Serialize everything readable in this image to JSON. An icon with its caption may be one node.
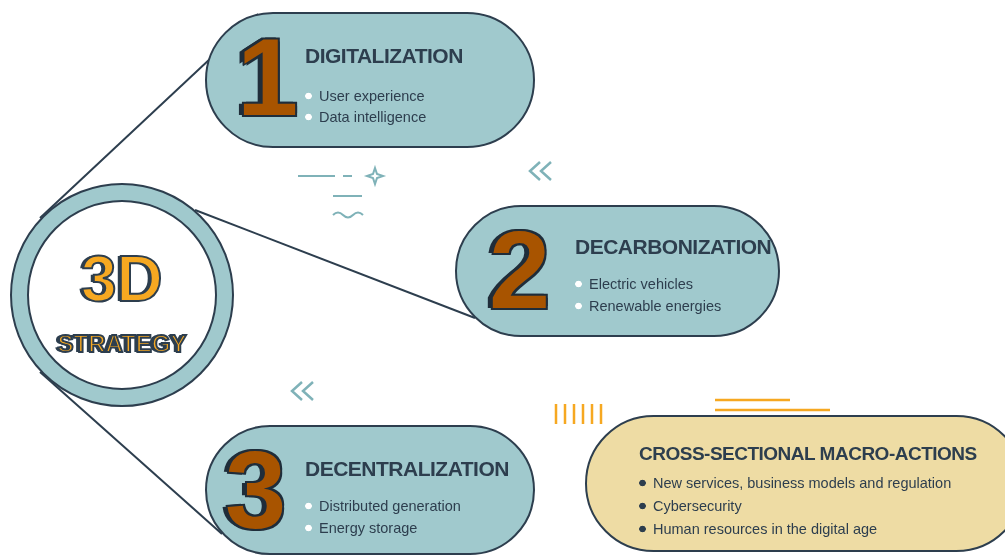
{
  "diagram": {
    "nodes": [
      {
        "text": [
          "3D",
          "STRATEGY"
        ]
      },
      {
        "text": [
          "1",
          "DIGITALIZATION",
          "User experience",
          "Data intelligence"
        ]
      },
      {
        "text": [
          "2",
          "DECARBONIZATION",
          "Electric vehicles",
          "Renewable energies"
        ]
      },
      {
        "text": [
          "3",
          "DECENTRALIZATION",
          "Distributed generation",
          "Energy storage"
        ]
      },
      {
        "text": [
          "CROSS-SECTIONAL MACRO-ACTIONS",
          "New services, business models and regulation",
          "Cybersecurity",
          "Human resources in the digital age"
        ]
      }
    ],
    "edges": [
      {
        "from": 0,
        "to": 1,
        "arrow": "none"
      },
      {
        "from": 0,
        "to": 2,
        "arrow": "none"
      },
      {
        "from": 0,
        "to": 3,
        "arrow": "none"
      }
    ]
  }
}
